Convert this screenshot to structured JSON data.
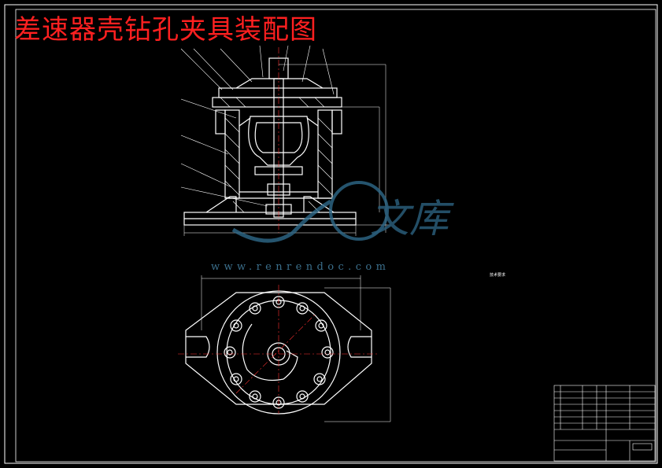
{
  "drawing": {
    "title": "差速器壳钻孔夹具装配图",
    "watermark_brand": "文库",
    "watermark_url": "www.renrendoc.com",
    "tech_requirements_title": "技术要求",
    "colors": {
      "background": "#000000",
      "lines": "#ffffff",
      "title": "#ff2020",
      "watermark": "#2f6a8a",
      "centerline": "#ff3030"
    }
  }
}
